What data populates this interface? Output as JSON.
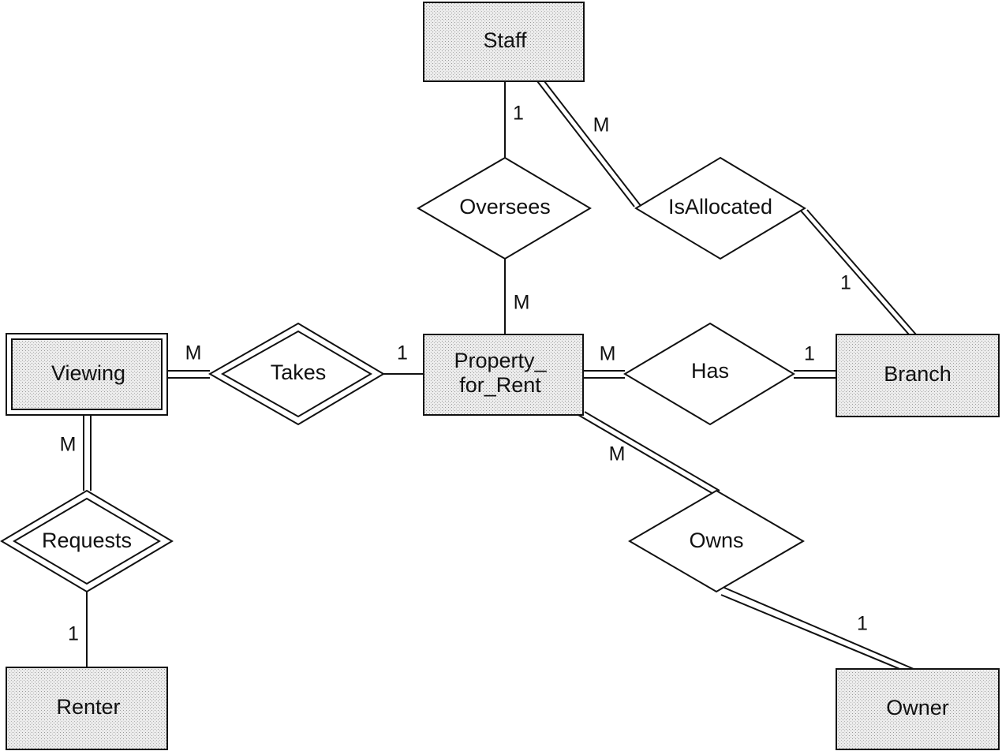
{
  "entities": {
    "staff": "Staff",
    "viewing": "Viewing",
    "property_line1": "Property_",
    "property_line2": "for_Rent",
    "branch": "Branch",
    "renter": "Renter",
    "owner": "Owner"
  },
  "relationships": {
    "oversees": "Oversees",
    "is_allocated": "IsAllocated",
    "takes": "Takes",
    "has": "Has",
    "requests": "Requests",
    "owns": "Owns"
  },
  "cardinalities": {
    "staff_oversees": "1",
    "oversees_property": "M",
    "staff_isallocated": "M",
    "isallocated_branch": "1",
    "viewing_takes": "M",
    "takes_property": "1",
    "property_has": "M",
    "has_branch": "1",
    "viewing_requests": "M",
    "requests_renter": "1",
    "property_owns": "M",
    "owns_owner": "1"
  }
}
